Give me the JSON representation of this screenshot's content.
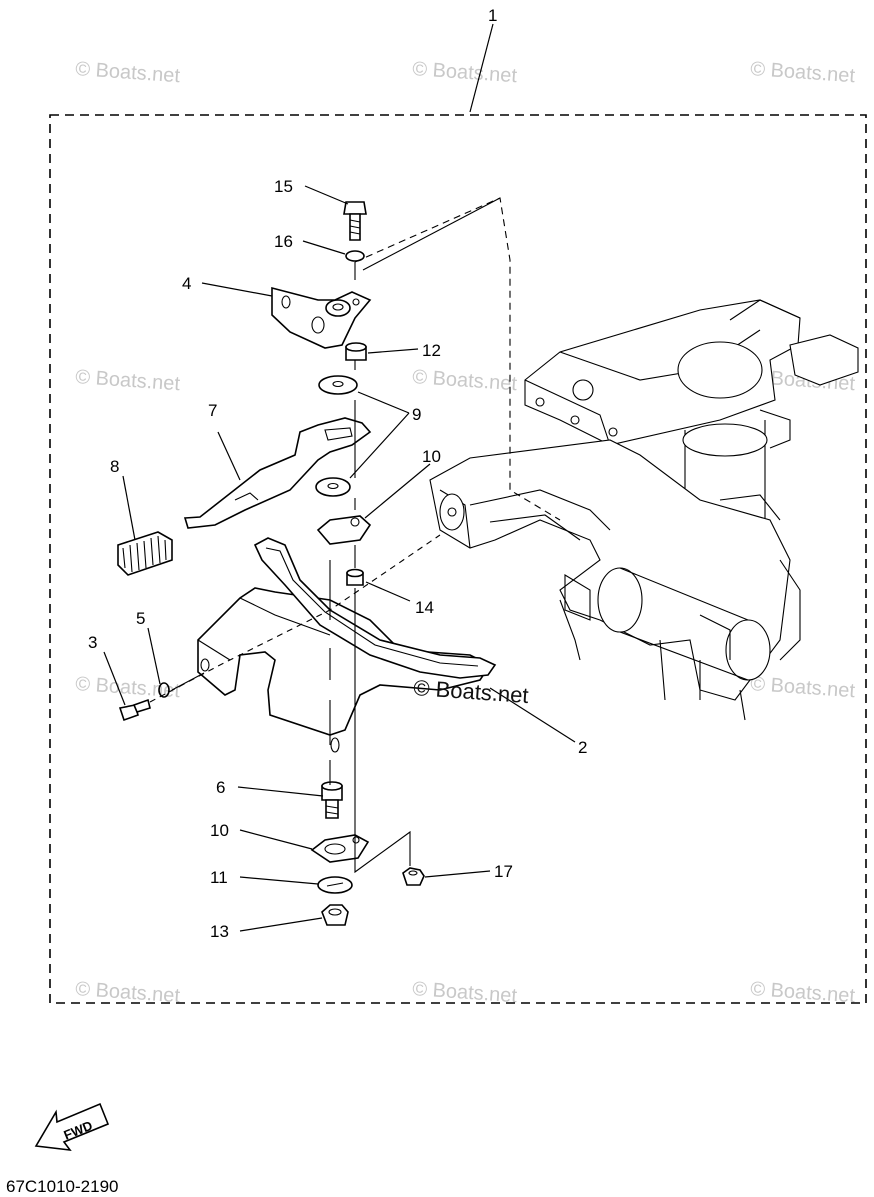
{
  "diagram": {
    "callouts": [
      {
        "id": "c1",
        "label": "1"
      },
      {
        "id": "c2",
        "label": "2"
      },
      {
        "id": "c3",
        "label": "3"
      },
      {
        "id": "c4",
        "label": "4"
      },
      {
        "id": "c5",
        "label": "5"
      },
      {
        "id": "c6",
        "label": "6"
      },
      {
        "id": "c7",
        "label": "7"
      },
      {
        "id": "c8",
        "label": "8"
      },
      {
        "id": "c9",
        "label": "9"
      },
      {
        "id": "c10a",
        "label": "10"
      },
      {
        "id": "c10b",
        "label": "10"
      },
      {
        "id": "c11",
        "label": "11"
      },
      {
        "id": "c12",
        "label": "12"
      },
      {
        "id": "c13",
        "label": "13"
      },
      {
        "id": "c14",
        "label": "14"
      },
      {
        "id": "c15",
        "label": "15"
      },
      {
        "id": "c16",
        "label": "16"
      },
      {
        "id": "c17",
        "label": "17"
      }
    ],
    "watermark": "© Boats.net",
    "watermark_center": "© Boats.net",
    "fwd_label": "FWD",
    "drawing_code": "67C1010-2190",
    "colors": {
      "line": "#000000",
      "watermark": "#c8c8c8",
      "background": "#ffffff"
    }
  }
}
